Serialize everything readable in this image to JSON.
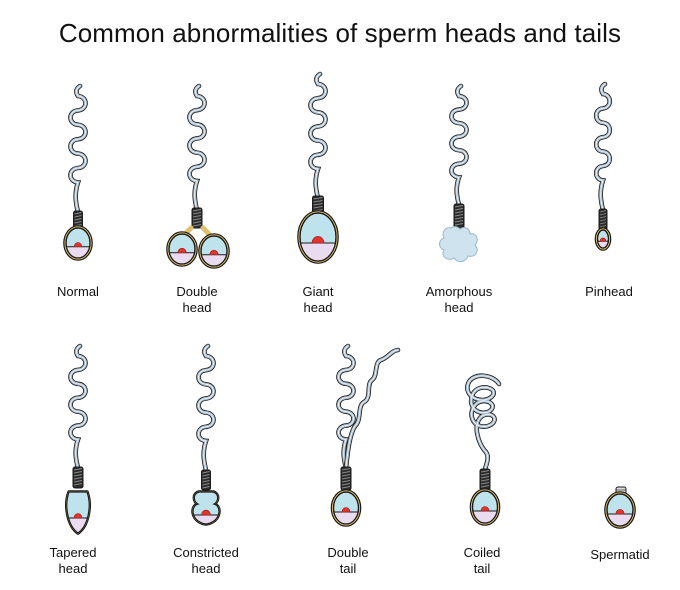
{
  "title": "Common abnormalities of sperm heads and tails",
  "colors": {
    "outline": "#1a1a1a",
    "tail": "#a9bccb",
    "tail_highlight": "#ffffff",
    "midpiece": "#2b2b2b",
    "collar": "#e0bf6a",
    "head": "#bfe3ec",
    "acrosome_base": "#eadcf0",
    "nucleus": "#e2332d",
    "amorphous": "#cfe3ee"
  },
  "cells": [
    {
      "id": "normal",
      "label_lines": [
        "Normal"
      ]
    },
    {
      "id": "double-head",
      "label_lines": [
        "Double",
        "head"
      ]
    },
    {
      "id": "giant-head",
      "label_lines": [
        "Giant",
        "head"
      ]
    },
    {
      "id": "amorphous-head",
      "label_lines": [
        "Amorphous",
        "head"
      ]
    },
    {
      "id": "pinhead",
      "label_lines": [
        "Pinhead"
      ]
    },
    {
      "id": "tapered-head",
      "label_lines": [
        "Tapered",
        "head"
      ]
    },
    {
      "id": "constricted-head",
      "label_lines": [
        "Constricted",
        "head"
      ]
    },
    {
      "id": "double-tail",
      "label_lines": [
        "Double",
        "tail"
      ]
    },
    {
      "id": "coiled-tail",
      "label_lines": [
        "Coiled",
        "tail"
      ]
    },
    {
      "id": "spermatid",
      "label_lines": [
        "Spermatid"
      ]
    }
  ]
}
